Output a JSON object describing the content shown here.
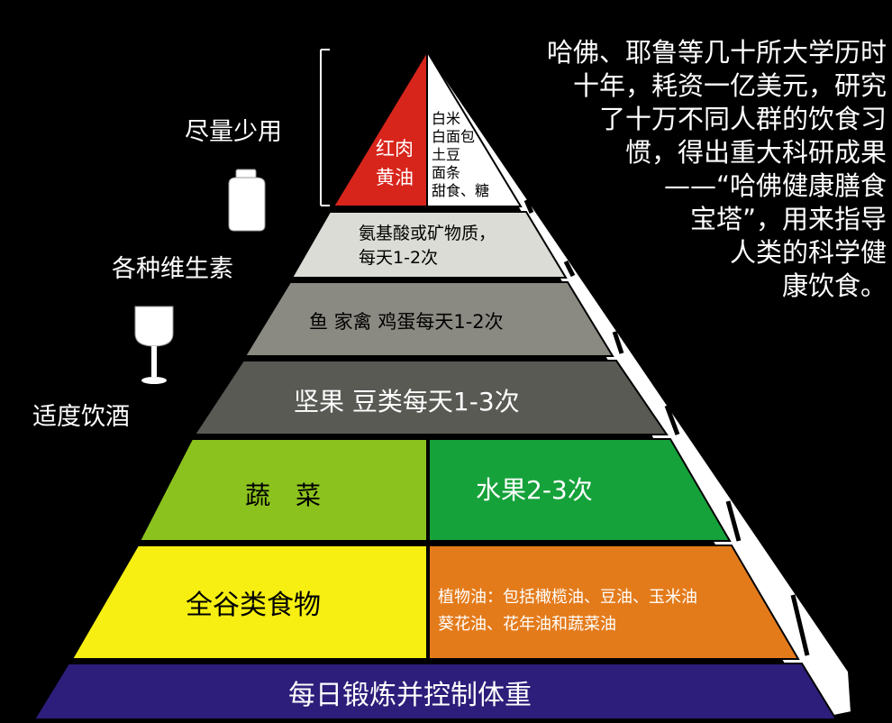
{
  "pyramid": {
    "top_left_label": "红肉\n黄油",
    "top_right_items": [
      "白米",
      "白面包",
      "土豆",
      "面条",
      "甜食、糖"
    ],
    "tier_supplements": "氨基酸或矿物质，\n每天1-2次",
    "tier_protein": "鱼 家禽 鸡蛋每天1-2次",
    "tier_nuts": "坚果 豆类每天1-3次",
    "tier_vegetables": "蔬　菜",
    "tier_fruits": "水果2-3次",
    "tier_grains": "全谷类食物",
    "tier_oils": "植物油：包括橄榄油、豆油、玉米油\n葵花油、花年油和蔬菜油",
    "base": "每日锻炼并控制体重"
  },
  "side_labels": {
    "use_sparingly": "尽量少用",
    "vitamins": "各种维生素",
    "moderate_alcohol": "适度饮酒"
  },
  "intro_lines": [
    "哈佛、耶鲁等几十所大学历时",
    "十年，耗资一亿美元，研究",
    "了十万不同人群的饮食习",
    "惯，得出重大科研成果",
    "——“哈佛健康膳食",
    "宝塔”，用来指导",
    "人类的科学健",
    "康饮食。"
  ],
  "colors": {
    "red": "#d8251c",
    "light_gray": "#dcdcd6",
    "mid_gray": "#8b8a82",
    "dark_gray": "#5a5a55",
    "yellow_green": "#8cc21e",
    "green": "#16a23a",
    "yellow": "#f6ef11",
    "orange": "#e47b1b",
    "indigo": "#2c1e7a"
  }
}
